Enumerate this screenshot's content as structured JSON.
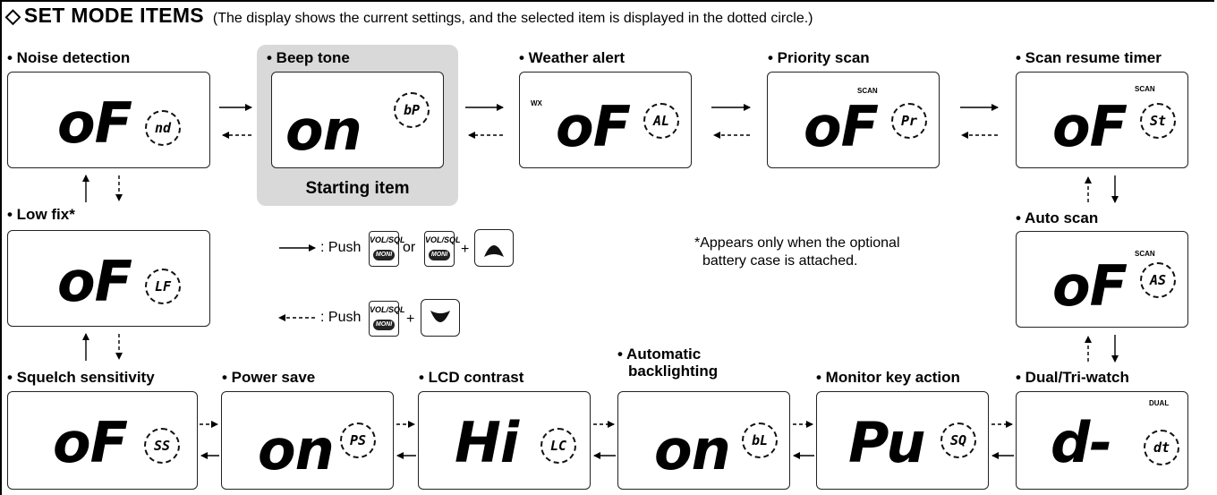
{
  "header": {
    "symbol": "◇",
    "title": "SET MODE ITEMS",
    "note": "(The display shows the current settings, and the selected item is displayed in the dotted circle.)"
  },
  "items": [
    {
      "label": "• Noise detection",
      "value": "oF",
      "code": "nd",
      "indicator": ""
    },
    {
      "label": "• Beep tone",
      "value": "on",
      "code": "bP",
      "indicator": ""
    },
    {
      "label": "• Weather alert",
      "value": "oF",
      "code": "AL",
      "indicator": "WX"
    },
    {
      "label": "• Priority scan",
      "value": "oF",
      "code": "Pr",
      "indicator": "SCAN"
    },
    {
      "label": "• Scan resume timer",
      "value": "oF",
      "code": "St",
      "indicator": "SCAN"
    },
    {
      "label": "• Low fix*",
      "value": "oF",
      "code": "LF",
      "indicator": ""
    },
    {
      "label": "• Auto scan",
      "value": "oF",
      "code": "AS",
      "indicator": "SCAN"
    },
    {
      "label": "• Squelch sensitivity",
      "value": "oF",
      "code": "SS",
      "indicator": ""
    },
    {
      "label": "• Power save",
      "value": "on",
      "code": "PS",
      "indicator": ""
    },
    {
      "label": "• LCD contrast",
      "value": "Hi",
      "code": "LC",
      "indicator": ""
    },
    {
      "label": "• Automatic",
      "label2": "backlighting",
      "value": "on",
      "code": "bL",
      "indicator": ""
    },
    {
      "label": "• Monitor key action",
      "value": "Pu",
      "code": "SQ",
      "indicator": ""
    },
    {
      "label": "• Dual/Tri-watch",
      "value": "d-",
      "code": "dt",
      "indicator": "DUAL"
    }
  ],
  "starting_item": "Starting item",
  "legend": {
    "forward": ": Push",
    "backward": ": Push",
    "or": "or",
    "plus": "+",
    "key_top": "VOL/SQL",
    "key_bottom": "MONI"
  },
  "footnote": {
    "line1": "*Appears only when the optional",
    "line2": "battery case is attached."
  }
}
